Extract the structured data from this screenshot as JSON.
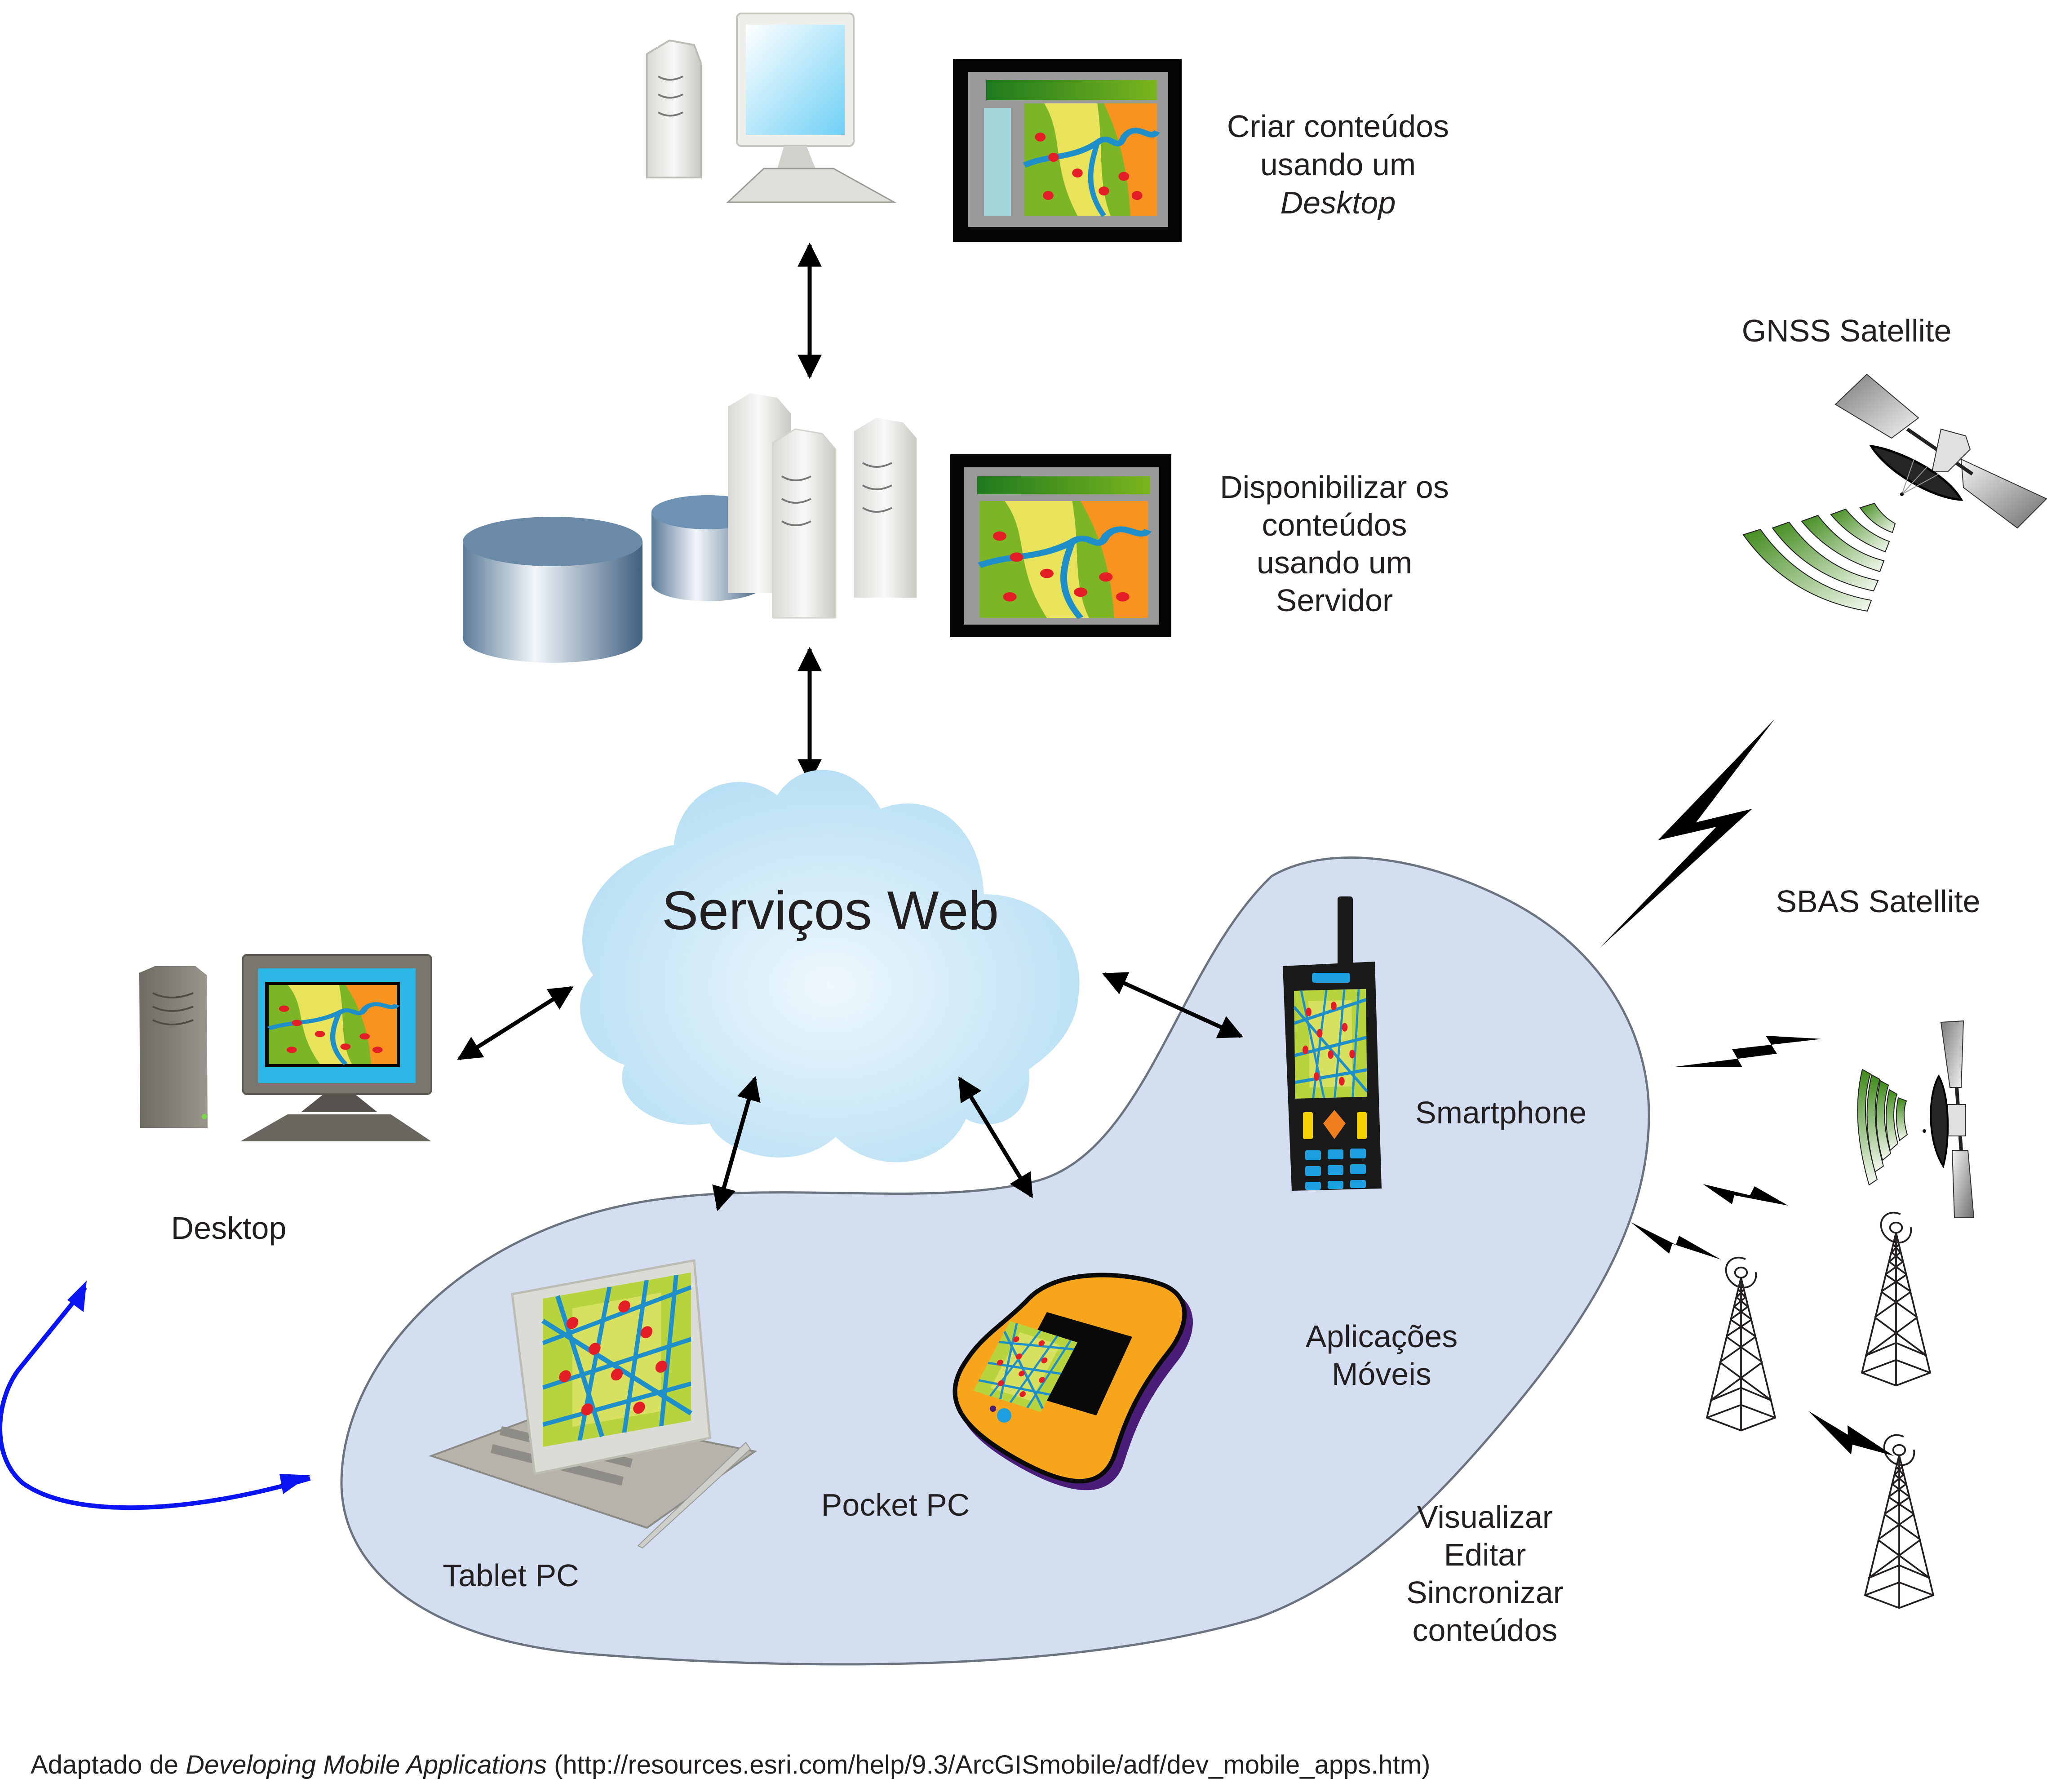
{
  "nodes": {
    "top_desktop": {
      "caption_lines": [
        "Criar conteúdos",
        "usando um",
        "Desktop"
      ],
      "italic_line": 2
    },
    "server": {
      "caption_lines": [
        "Disponibilizar os",
        "conteúdos",
        "usando um",
        "Servidor"
      ]
    },
    "cloud": {
      "label": "Serviços Web"
    },
    "desktop": {
      "label": "Desktop"
    },
    "smartphone": {
      "label": "Smartphone"
    },
    "tablet": {
      "label": "Tablet PC"
    },
    "pocket_pc": {
      "label": "Pocket PC"
    },
    "mobile_apps": {
      "caption_lines": [
        "Aplicações",
        "Móveis"
      ]
    },
    "actions": {
      "caption_lines": [
        "Visualizar",
        "Editar",
        "Sincronizar",
        "conteúdos"
      ]
    },
    "gnss": {
      "label": "GNSS Satellite"
    },
    "sbas": {
      "label": "SBAS Satellite"
    },
    "towers": {
      "count": 3
    }
  },
  "footer": {
    "prefix": "Adaptado de ",
    "title": "Developing Mobile Applications",
    "suffix": " (http://resources.esri.com/help/9.3/ArcGISmobile/adf/dev_mobile_apps.htm)"
  },
  "colors": {
    "blob_fill": "#d3dff0",
    "blob_stroke": "#6b7280",
    "cloud_edge": "#b3ddf3",
    "cloud_center": "#eef8fd",
    "signal_green": "#3f8a1a",
    "sync_arrow": "#0a14f0",
    "text": "#231f20"
  }
}
